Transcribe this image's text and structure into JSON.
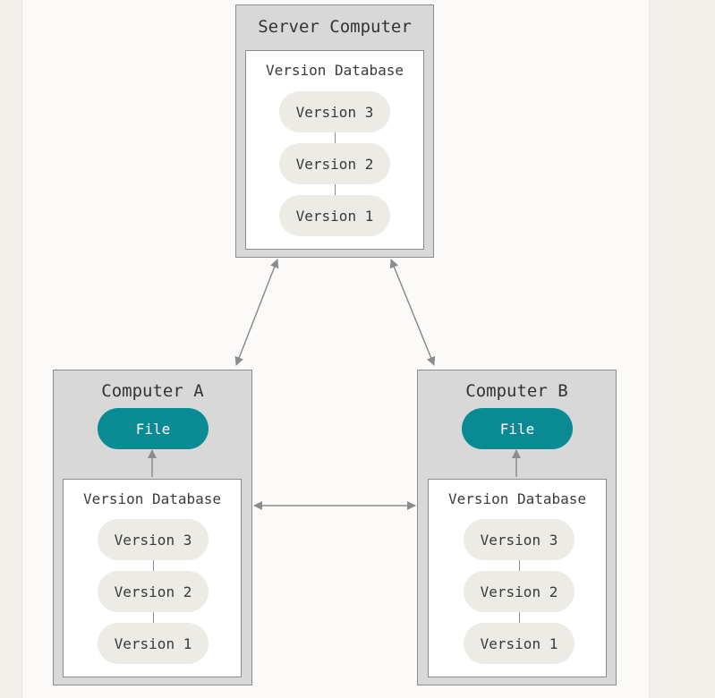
{
  "server": {
    "title": "Server Computer",
    "database": {
      "title": "Version Database",
      "versions": [
        "Version 3",
        "Version 2",
        "Version 1"
      ]
    }
  },
  "computer_a": {
    "title": "Computer A",
    "file_label": "File",
    "database": {
      "title": "Version Database",
      "versions": [
        "Version 3",
        "Version 2",
        "Version 1"
      ]
    }
  },
  "computer_b": {
    "title": "Computer B",
    "file_label": "File",
    "database": {
      "title": "Version Database",
      "versions": [
        "Version 3",
        "Version 2",
        "Version 1"
      ]
    }
  },
  "colors": {
    "file_accent": "#0a8b94",
    "box_fill": "#d8d8d8",
    "pill_fill": "#ecebe5",
    "arrow": "#8c8c8c"
  }
}
